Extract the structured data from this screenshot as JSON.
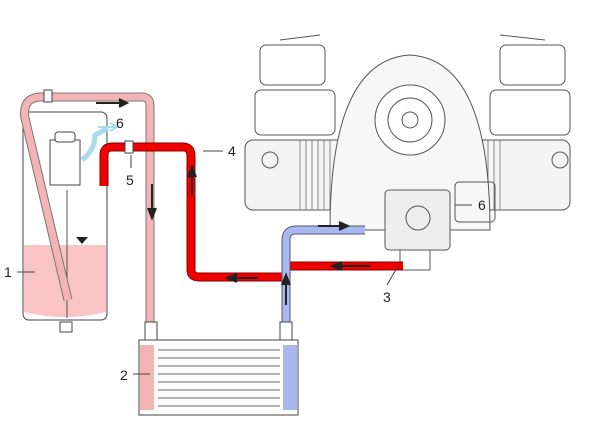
{
  "labels": {
    "tank": "1",
    "oil_cooler": "2",
    "return_fitting": "3",
    "hose_to_engine": "4",
    "clamp": "5",
    "vent_tank": "6",
    "vent_engine": "6"
  },
  "colors": {
    "feed_line": "#f4b4b4",
    "hot_line": "#ee0000",
    "cool_line": "#a8b8ee",
    "oil_fill": "#fbc4c4",
    "vent": "#a8dcec",
    "engine_stroke": "#555555"
  }
}
